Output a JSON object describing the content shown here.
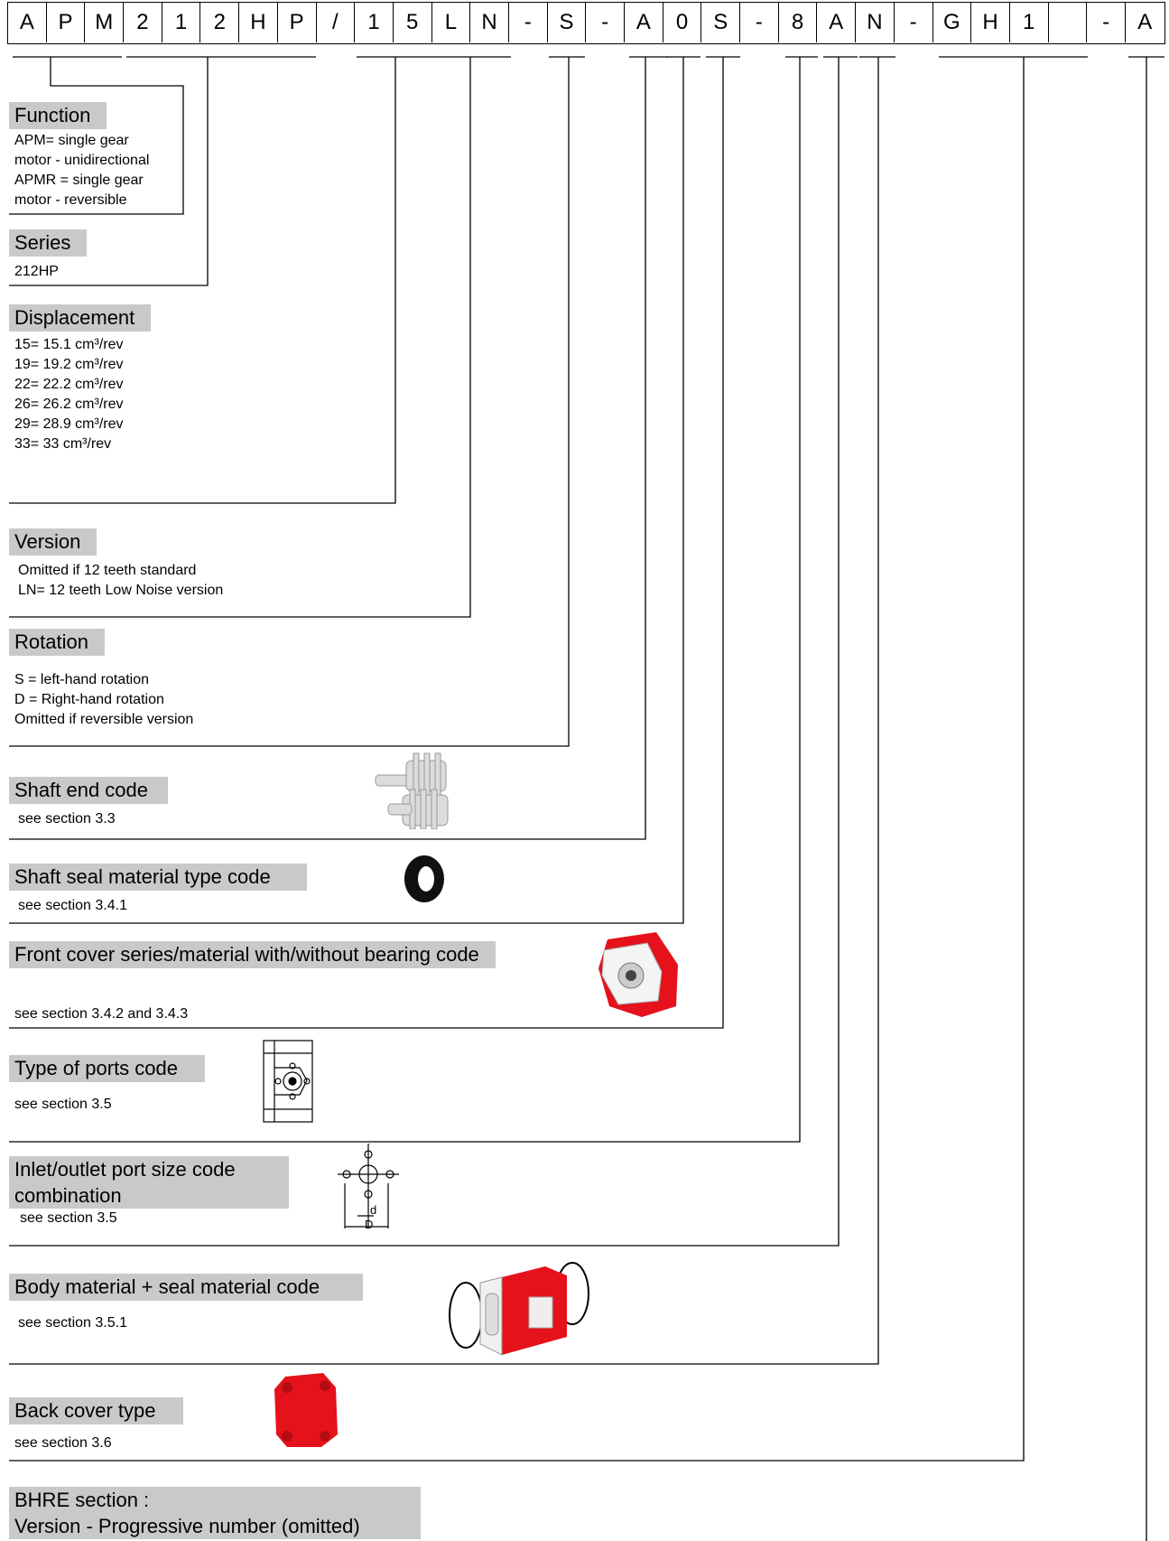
{
  "code_cells": [
    "A",
    "P",
    "M",
    "2",
    "1",
    "2",
    "H",
    "P",
    "/",
    "1",
    "5",
    "L",
    "N",
    "-",
    "S",
    "-",
    "A",
    "0",
    "S",
    "-",
    "8",
    "A",
    "N",
    "-",
    "G",
    "H",
    "1",
    "",
    "-",
    "A"
  ],
  "sections": {
    "function": {
      "title": "Function",
      "lines": [
        "APM= single gear",
        "motor - unidirectional",
        "APMR = single gear",
        "motor - reversible"
      ]
    },
    "series": {
      "title": "Series",
      "lines": [
        "212HP"
      ]
    },
    "displacement": {
      "title": "Displacement",
      "lines": [
        "15= 15.1 cm³/rev",
        "19= 19.2 cm³/rev",
        "22= 22.2 cm³/rev",
        "26= 26.2 cm³/rev",
        "29= 28.9 cm³/rev",
        "33= 33 cm³/rev"
      ]
    },
    "version": {
      "title": "Version",
      "lines": [
        "Omitted if 12 teeth standard",
        "LN= 12 teeth Low Noise version"
      ]
    },
    "rotation": {
      "title": "Rotation",
      "lines": [
        "S = left-hand rotation",
        "D = Right-hand rotation",
        "Omitted if reversible version"
      ]
    },
    "shaft_end": {
      "title": "Shaft end code",
      "lines": [
        "see section 3.3"
      ]
    },
    "shaft_seal": {
      "title": "Shaft seal material type code",
      "lines": [
        "see section 3.4.1"
      ]
    },
    "front_cover": {
      "title": "Front cover series/material with/without bearing code",
      "lines": [
        "see section 3.4.2 and 3.4.3"
      ]
    },
    "ports_type": {
      "title": "Type of ports code",
      "lines": [
        "see section 3.5"
      ]
    },
    "port_size": {
      "title_line1": "Inlet/outlet port size code",
      "title_line2": "combination",
      "lines": [
        "see section 3.5"
      ]
    },
    "body_material": {
      "title": "Body material + seal material code",
      "lines": [
        "see section 3.5.1"
      ]
    },
    "back_cover": {
      "title": "Back cover type",
      "lines": [
        "see section 3.6"
      ]
    },
    "bhre": {
      "title_line1": "BHRE section :",
      "title_line2": "Version - Progressive number (omitted)"
    }
  },
  "figure_labels": {
    "d": "d",
    "D": "D"
  },
  "colors": {
    "accent_red": "#e5121b",
    "header_gray": "#c9c9c9"
  }
}
